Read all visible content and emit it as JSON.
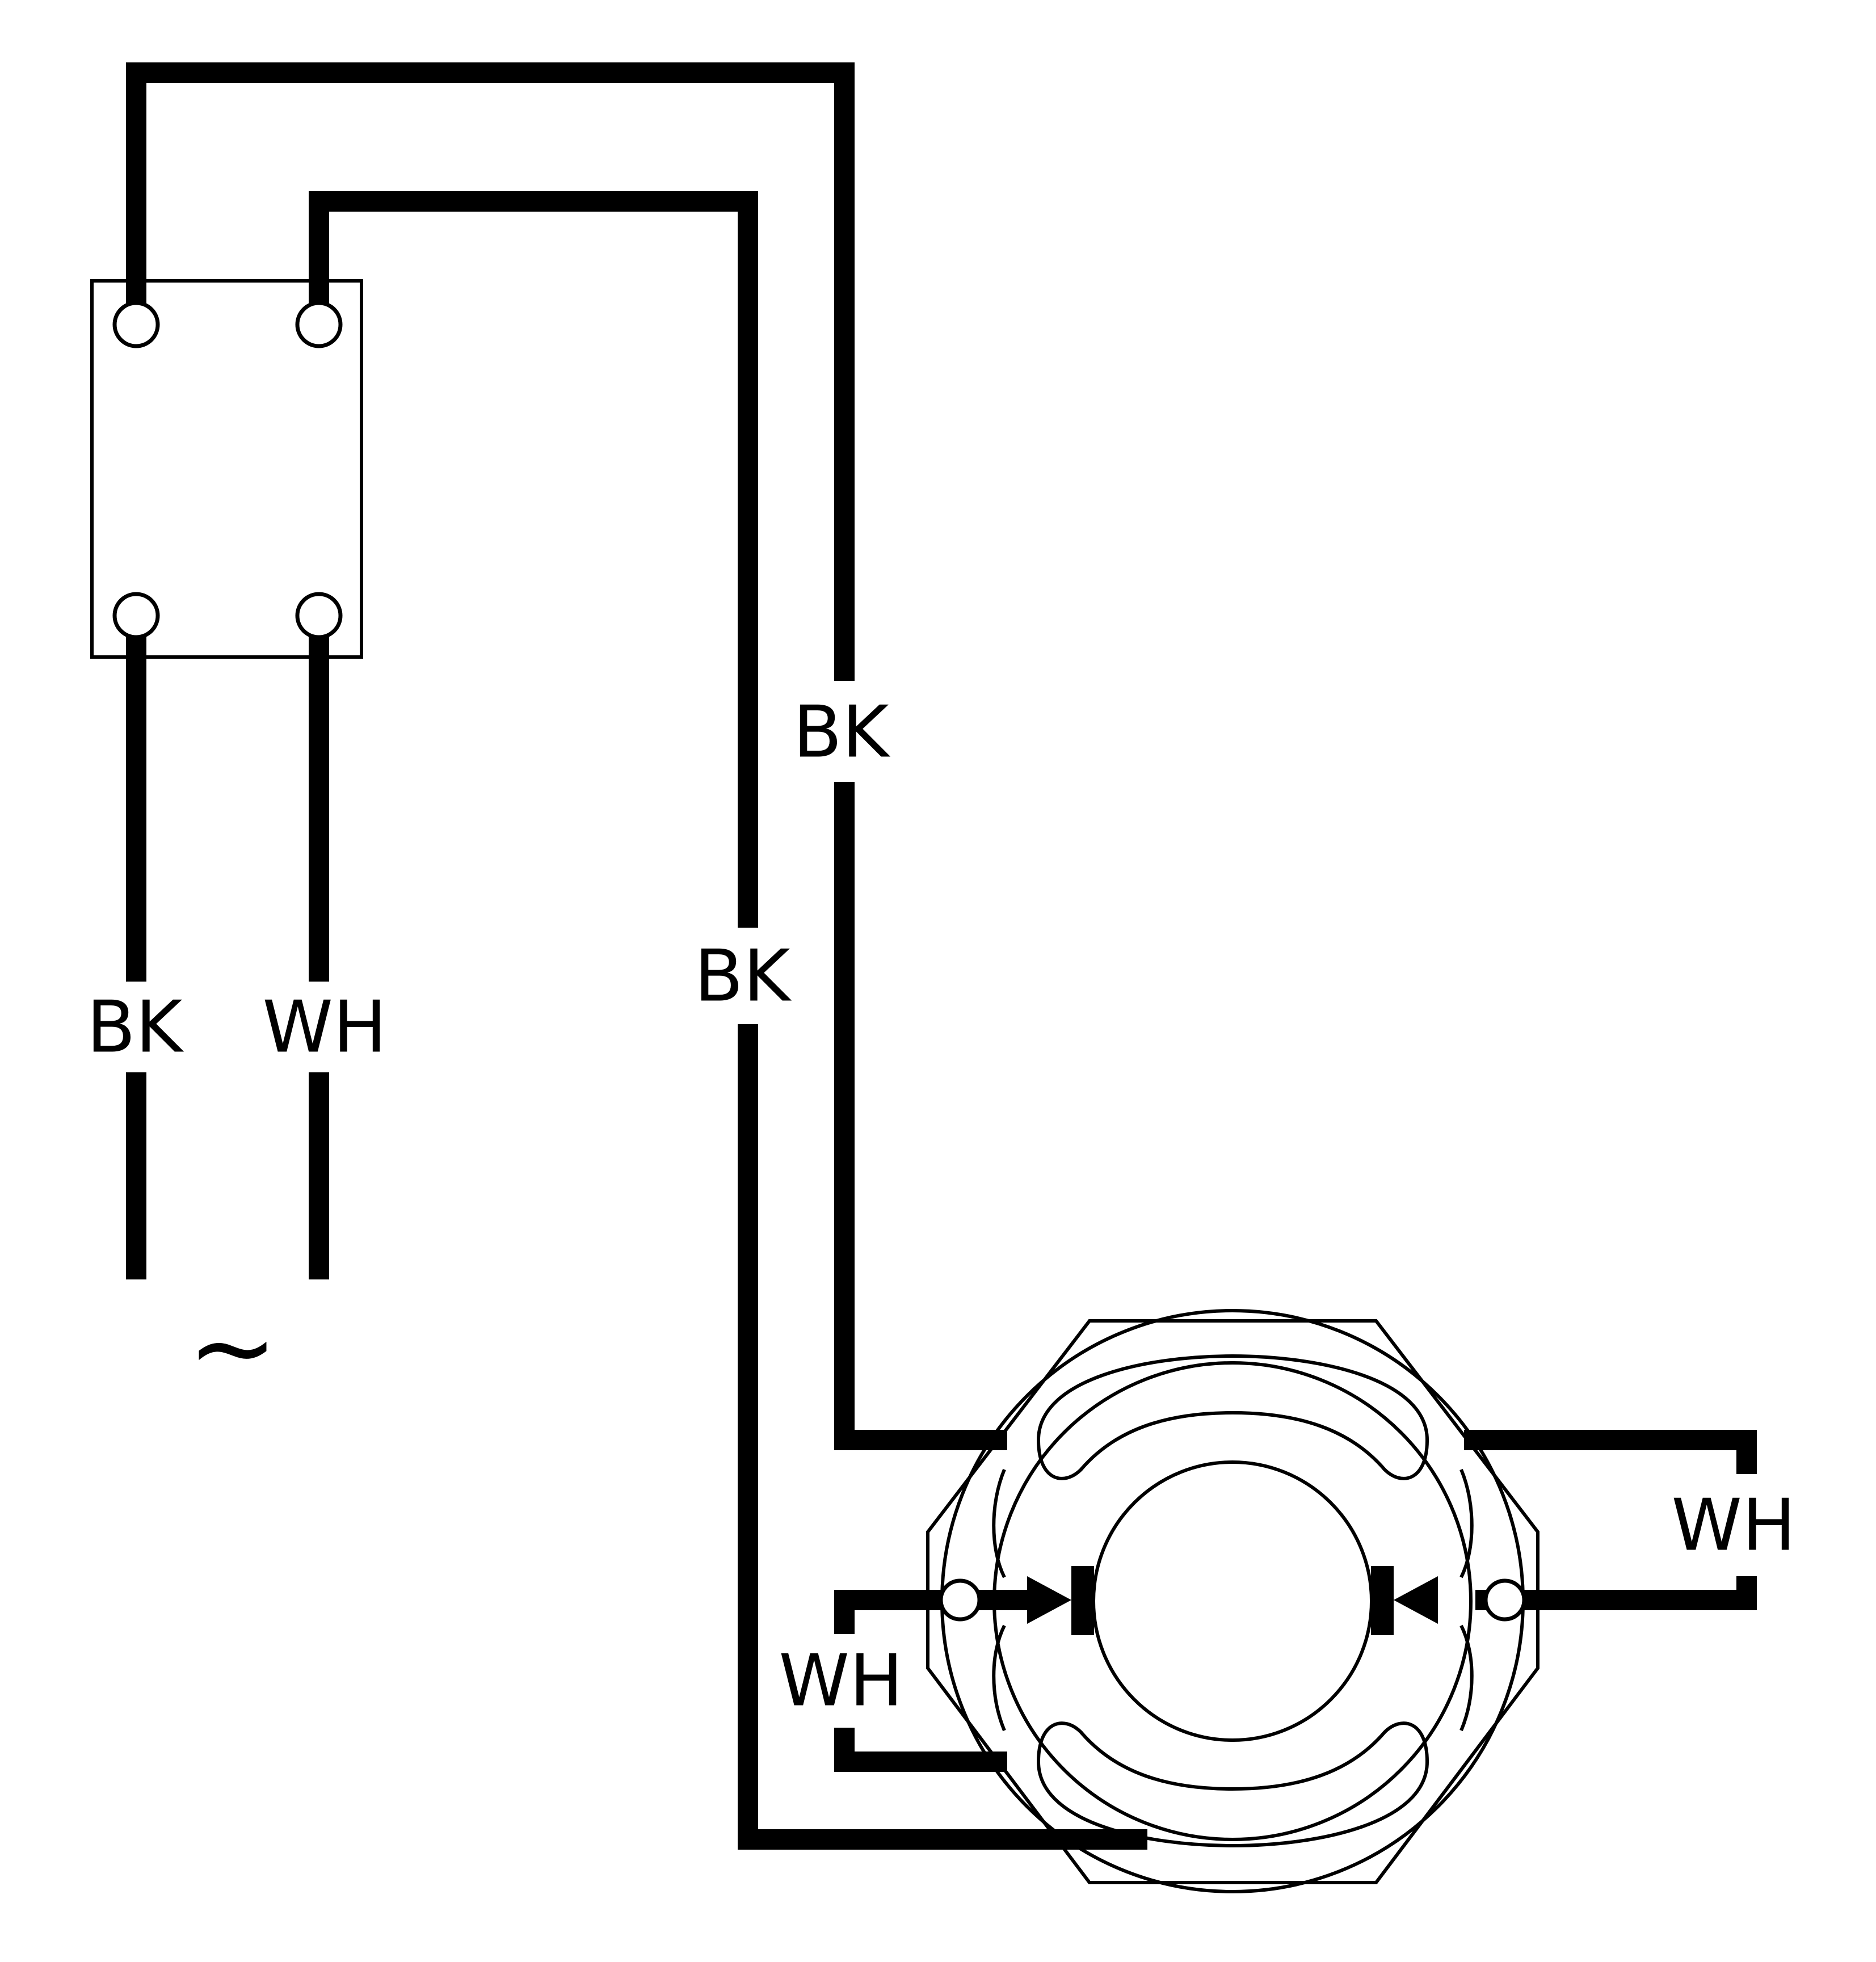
{
  "labels": {
    "supply_black": "BK",
    "supply_white": "WH",
    "upper_black": "BK",
    "lower_black": "BK",
    "brush_right_white": "WH",
    "brush_left_white": "WH",
    "ac_symbol": "~"
  }
}
